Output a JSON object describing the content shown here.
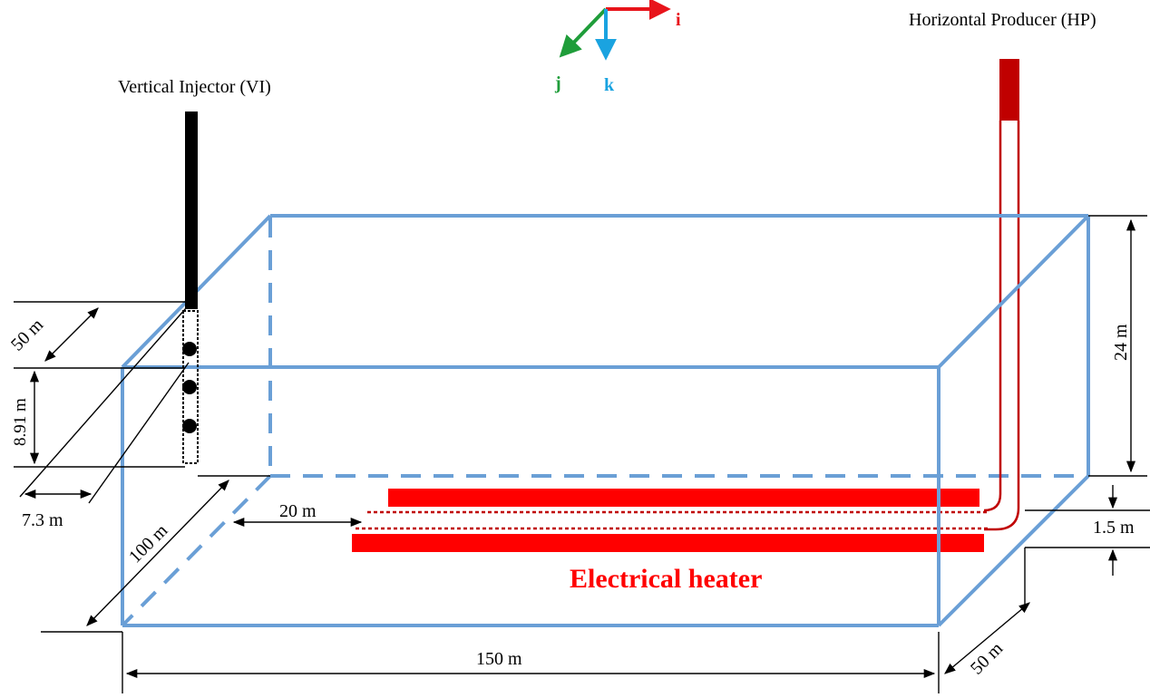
{
  "labels": {
    "vertical_injector": "Vertical Injector (VI)",
    "horizontal_producer": "Horizontal Producer (HP)",
    "electrical_heater": "Electrical heater"
  },
  "axes": {
    "i": "i",
    "j": "j",
    "k": "k",
    "colors": {
      "i": "#e8141b",
      "j": "#1f9d3a",
      "k": "#1aa3e0"
    }
  },
  "dimensions": {
    "length": "150 m",
    "depth_total": "100 m",
    "height": "24 m",
    "vi_offset_top": "50 m",
    "vi_offset_bottom": "50 m",
    "perforation_height": "8.91 m",
    "vi_spacing": "7.3 m",
    "heater_offset": "20 m",
    "heater_gap": "1.5 m"
  },
  "colors": {
    "box": "#6a9fd6",
    "heater": "#ff0000",
    "producer": "#c00000",
    "injector": "#000000"
  }
}
